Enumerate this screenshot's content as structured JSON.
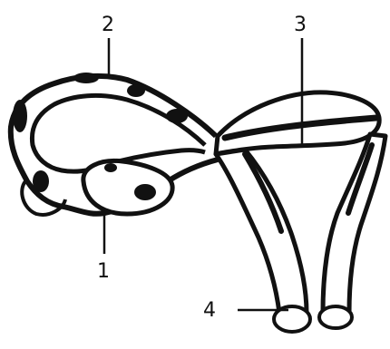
{
  "diagram": {
    "labels": {
      "one": "1",
      "two": "2",
      "three": "3",
      "four": "4"
    },
    "colors": {
      "ink": "#111111",
      "paper": "#ffffff",
      "shade": "#bdbdbd"
    }
  }
}
